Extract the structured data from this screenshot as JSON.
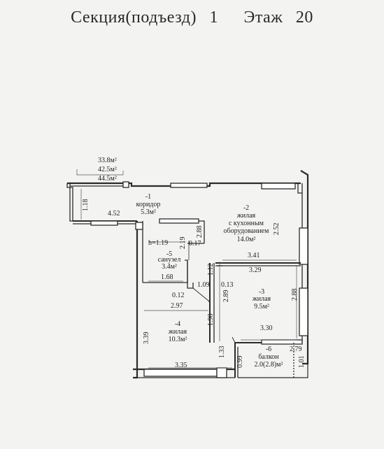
{
  "header": {
    "section_label": "Секция(подъезд)",
    "section_number": "1",
    "floor_label": "Этаж",
    "floor_number": "20"
  },
  "apartment": {
    "areas": [
      "33.8м²",
      "42.5м²",
      "44.5м²"
    ],
    "rooms": [
      {
        "num": "-1",
        "name": "коридор",
        "area": "5.3м²"
      },
      {
        "num": "-2",
        "name_lines": [
          "жилая",
          "с кухонным",
          "оборудованием"
        ],
        "area": "14.0м²"
      },
      {
        "num": "-3",
        "name": "жилая",
        "area": "9.5м²"
      },
      {
        "num": "-4",
        "name": "жилая",
        "area": "10.3м²"
      },
      {
        "num": "-5",
        "name": "санузел",
        "area": "3.4м²"
      },
      {
        "num": "-6",
        "name": "балкон",
        "area": "2.0(2.8)м²"
      }
    ],
    "ceiling_height": "h=1.19"
  },
  "dimensions": {
    "d_1_18": "1.18",
    "d_4_52": "4.52",
    "d_2_19": "2.19",
    "d_2_88_top": "2.88",
    "d_0_17": "0.17",
    "d_2_52": "2.52",
    "d_3_41": "3.41",
    "d_1_12": "1.12",
    "d_3_29": "3.29",
    "d_1_68": "1.68",
    "d_1_09": "1.09",
    "d_0_13": "0.13",
    "d_0_12": "0.12",
    "d_2_97": "2.97",
    "d_2_89": "2.89",
    "d_2_88_right": "2.88",
    "d_1_90": "1.90",
    "d_3_30": "3.30",
    "d_3_39": "3.39",
    "d_1_33": "1.33",
    "d_0_99": "0.99",
    "d_2_79": "2.79",
    "d_1_01": "1.01",
    "d_3_35": "3.35"
  }
}
